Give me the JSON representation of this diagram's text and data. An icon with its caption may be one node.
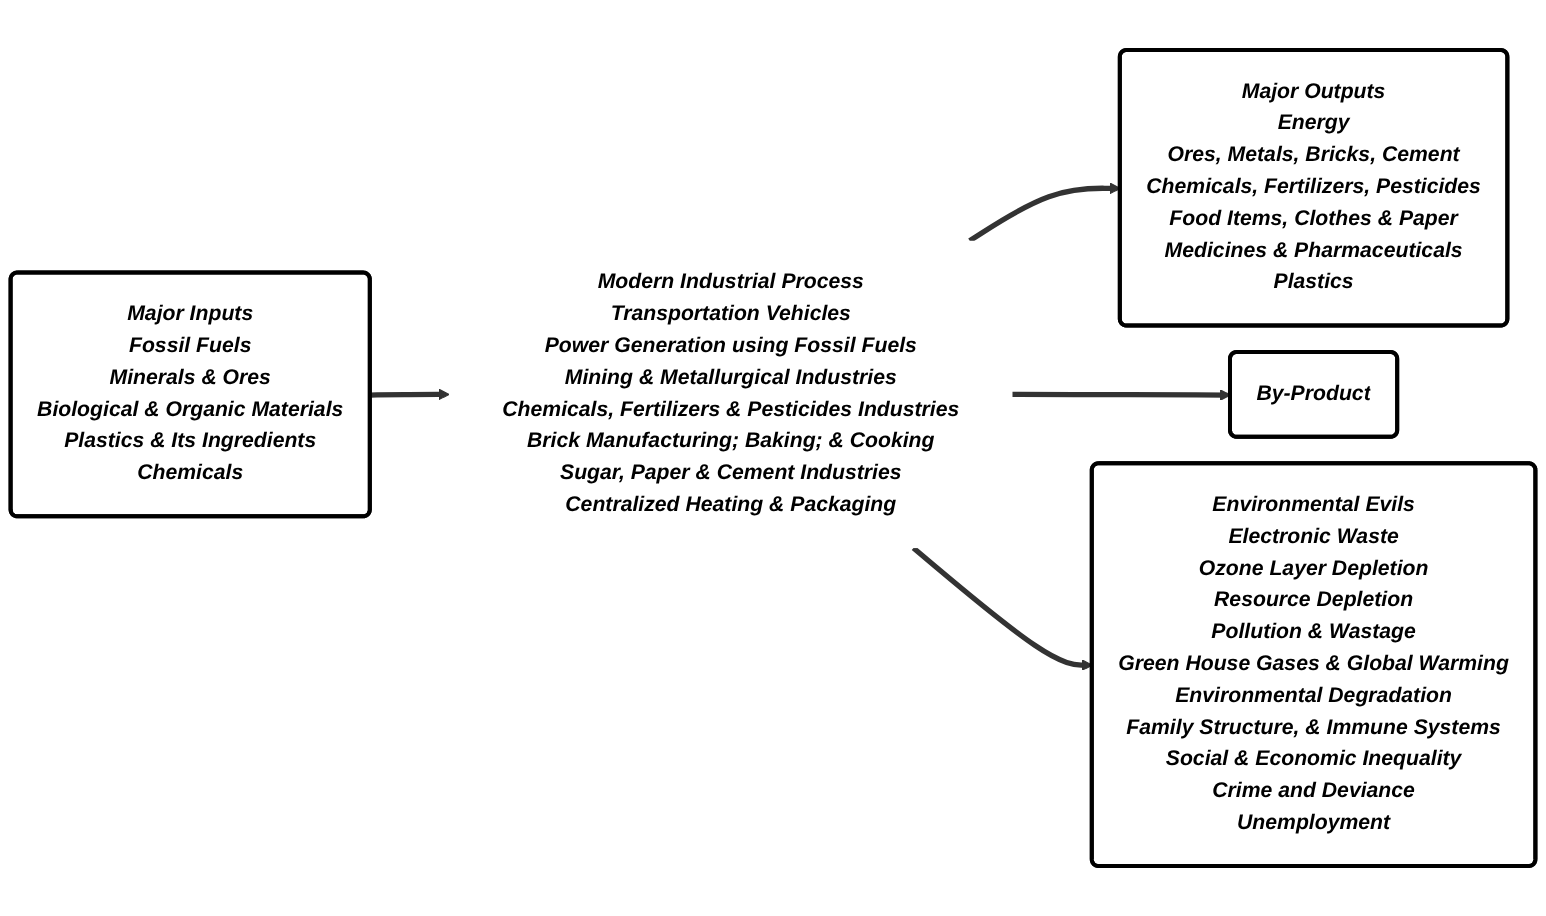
{
  "diagram": {
    "nodes": [
      {
        "text": [
          "Major Inputs",
          "Fossil Fuels",
          "Minerals & Ores",
          "Biological & Organic Materials",
          "Plastics & Its Ingredients",
          "Chemicals"
        ]
      },
      {
        "text": [
          "Modern Industrial Process",
          "Transportation Vehicles",
          "Power Generation using Fossil Fuels",
          "Mining & Metallurgical Industries",
          "Chemicals, Fertilizers & Pesticides Industries",
          "Brick Manufacturing; Baking; & Cooking",
          "Sugar, Paper & Cement Industries",
          "Centralized Heating & Packaging"
        ]
      },
      {
        "text": [
          "Major Outputs",
          "Energy",
          "Ores, Metals, Bricks, Cement",
          "Chemicals, Fertilizers, Pesticides",
          "Food Items, Clothes & Paper",
          "Medicines & Pharmaceuticals",
          "Plastics"
        ]
      },
      {
        "text": [
          "By-Product"
        ]
      },
      {
        "text": [
          "Environmental Evils",
          "Electronic Waste",
          "Ozone Layer Depletion",
          "Resource Depletion",
          "Pollution & Wastage",
          "Green House Gases & Global Warming",
          "Environmental Degradation",
          "Family Structure, & Immune Systems",
          "Social & Economic Inequality",
          "Crime and Deviance",
          "Unemployment"
        ]
      }
    ],
    "edges": [
      {
        "from": 0,
        "to": 1,
        "arrow": "to"
      },
      {
        "from": 1,
        "to": 2,
        "arrow": "to"
      },
      {
        "from": 1,
        "to": 3,
        "arrow": "to"
      },
      {
        "from": 1,
        "to": 4,
        "arrow": "to"
      }
    ]
  }
}
